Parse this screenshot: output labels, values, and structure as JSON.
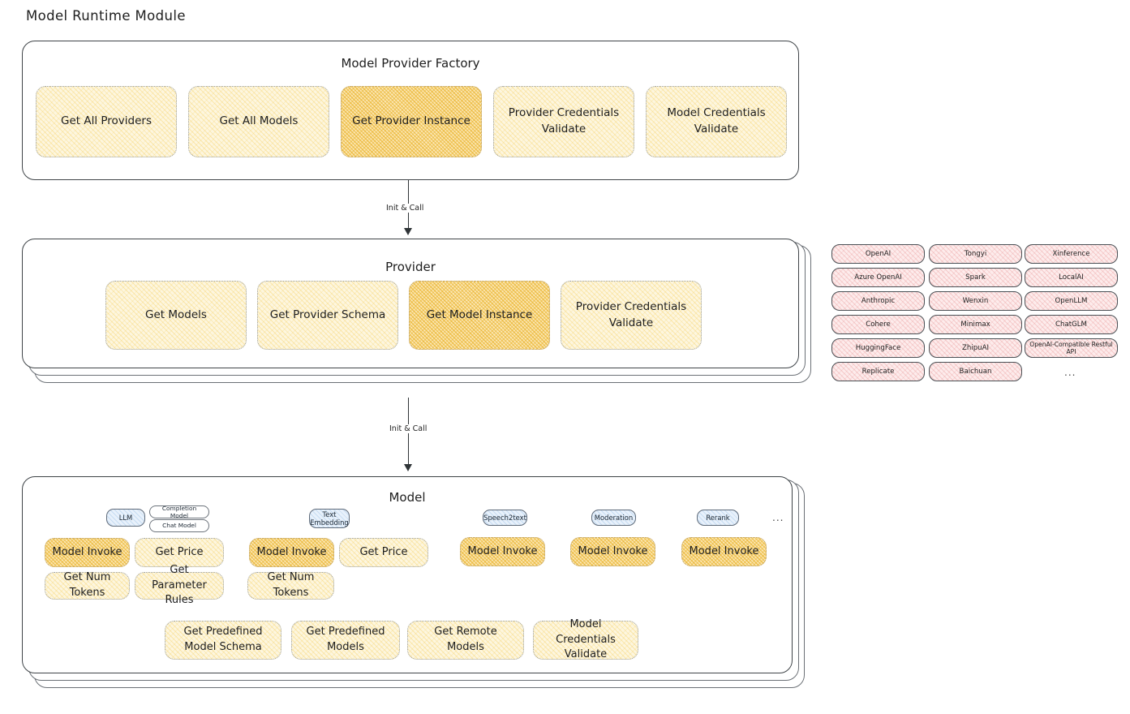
{
  "page": {
    "title": "Model Runtime Module"
  },
  "factory": {
    "title": "Model Provider Factory",
    "items": [
      {
        "label": "Get All Providers",
        "highlighted": false
      },
      {
        "label": "Get All Models",
        "highlighted": false
      },
      {
        "label": "Get Provider Instance",
        "highlighted": true
      },
      {
        "label": "Provider Credentials Validate",
        "highlighted": false
      },
      {
        "label": "Model Credentials Validate",
        "highlighted": false
      }
    ]
  },
  "arrows": [
    {
      "label": "Init & Call"
    },
    {
      "label": "Init & Call"
    }
  ],
  "provider": {
    "title": "Provider",
    "items": [
      {
        "label": "Get Models",
        "highlighted": false
      },
      {
        "label": "Get Provider Schema",
        "highlighted": false
      },
      {
        "label": "Get Model Instance",
        "highlighted": true
      },
      {
        "label": "Provider Credentials Validate",
        "highlighted": false
      }
    ]
  },
  "provider_list": {
    "column1": [
      "OpenAI",
      "Azure OpenAI",
      "Anthropic",
      "Cohere",
      "HuggingFace",
      "Replicate"
    ],
    "column2": [
      "Tongyi",
      "Spark",
      "Wenxin",
      "Minimax",
      "ZhipuAI",
      "Baichuan"
    ],
    "column3": [
      "Xinference",
      "LocalAI",
      "OpenLLM",
      "ChatGLM",
      "OpenAI-Compatible Restful API"
    ],
    "more": "..."
  },
  "model": {
    "title": "Model",
    "types": [
      {
        "badge": "LLM",
        "sub_badges": [
          "Completion Model",
          "Chat Model"
        ],
        "methods": [
          "Model Invoke",
          "Get Price",
          "Get Num Tokens",
          "Get Parameter Rules"
        ],
        "highlighted": "Model Invoke"
      },
      {
        "badge": "Text Embedding",
        "sub_badges": [],
        "methods": [
          "Model Invoke",
          "Get Price",
          "Get Num Tokens"
        ],
        "highlighted": "Model Invoke"
      },
      {
        "badge": "Speech2text",
        "sub_badges": [],
        "methods": [
          "Model Invoke"
        ],
        "highlighted": "Model Invoke"
      },
      {
        "badge": "Moderation",
        "sub_badges": [],
        "methods": [
          "Model Invoke"
        ],
        "highlighted": "Model Invoke"
      },
      {
        "badge": "Rerank",
        "sub_badges": [],
        "methods": [
          "Model Invoke"
        ],
        "highlighted": "Model Invoke"
      }
    ],
    "more": "...",
    "common_methods": [
      "Get Predefined Model Schema",
      "Get Predefined Models",
      "Get Remote Models",
      "Model Credentials Validate"
    ]
  },
  "colors": {
    "card_fill": "#fdf6df",
    "card_fill_highlight": "#fbe7b4",
    "badge_fill": "#e8f1fb",
    "pill_fill": "#fdecec",
    "stroke": "#343a40"
  }
}
